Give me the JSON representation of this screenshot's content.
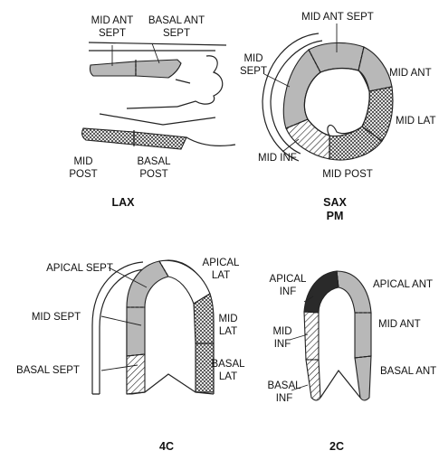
{
  "colors": {
    "normal": "#b8b8b8",
    "akinetic": "#2a2a2a",
    "hatch": "#222222",
    "background": "#ffffff"
  },
  "lax": {
    "title": "LAX",
    "labels": {
      "mid_ant_sept": [
        "MID ANT",
        "SEPT"
      ],
      "basal_ant_sept": [
        "BASAL ANT",
        "SEPT"
      ],
      "mid_post": [
        "MID",
        "POST"
      ],
      "basal_post": [
        "BASAL",
        "POST"
      ]
    }
  },
  "sax": {
    "title": [
      "SAX",
      "PM"
    ],
    "labels": {
      "mid_ant_sept": "MID ANT SEPT",
      "mid_ant": "MID ANT",
      "mid_lat": "MID LAT",
      "mid_post": "MID POST",
      "mid_inf": "MID INF",
      "mid_sept": [
        "MID",
        "SEPT"
      ]
    }
  },
  "four_c": {
    "title": "4C",
    "labels": {
      "apical_sept": "APICAL SEPT",
      "apical_lat": [
        "APICAL",
        "LAT"
      ],
      "mid_sept": "MID SEPT",
      "mid_lat": [
        "MID",
        "LAT"
      ],
      "basal_sept": "BASAL SEPT",
      "basal_lat": [
        "BASAL",
        "LAT"
      ]
    }
  },
  "two_c": {
    "title": "2C",
    "labels": {
      "apical_inf": [
        "APICAL",
        "INF"
      ],
      "apical_ant": "APICAL ANT",
      "mid_inf": [
        "MID",
        "INF"
      ],
      "mid_ant": "MID ANT",
      "basal_inf": [
        "BASAL",
        "INF"
      ],
      "basal_ant": "BASAL ANT"
    }
  }
}
